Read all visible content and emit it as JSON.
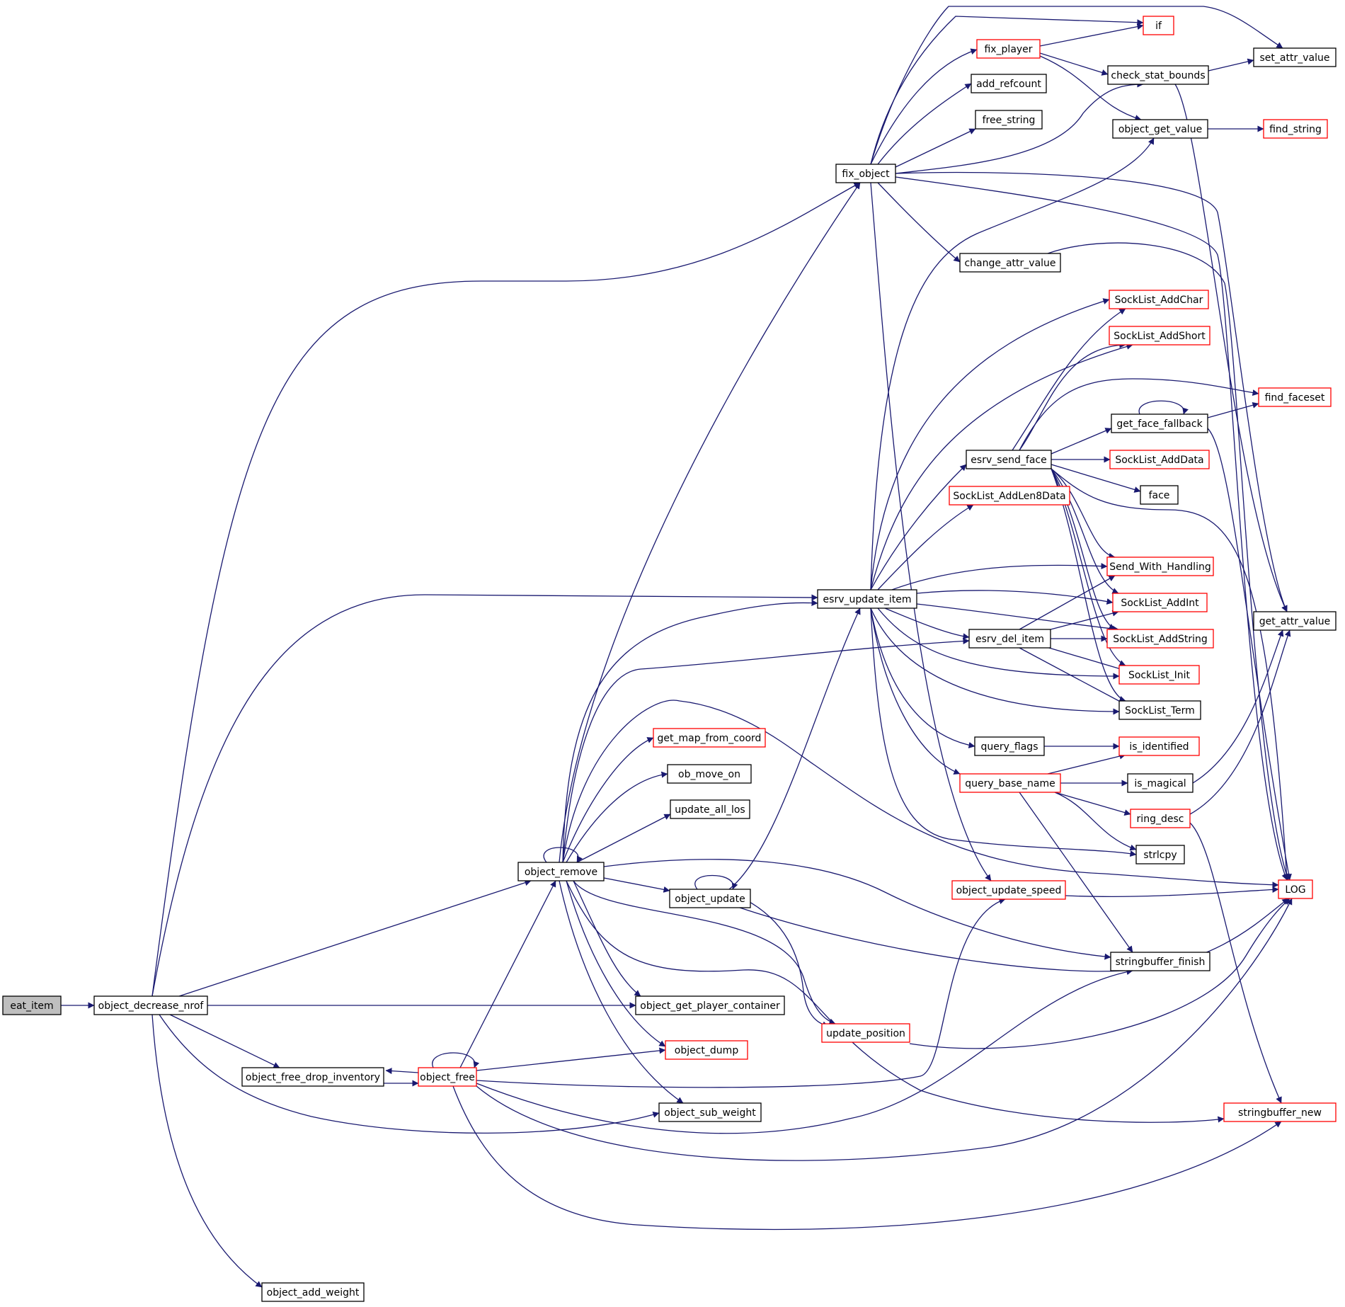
{
  "diagram": {
    "type": "call-graph",
    "colors": {
      "edge": "#191970",
      "node_border": "#000000",
      "node_border_truncated": "#ff0000",
      "root_fill": "#bfbfbf",
      "node_fill": "#ffffff"
    },
    "nodes": [
      {
        "id": "eat_item",
        "label": "eat_item",
        "root": true,
        "truncated": false
      },
      {
        "id": "object_decrease_nrof",
        "label": "object_decrease_nrof",
        "truncated": false
      },
      {
        "id": "fix_object",
        "label": "fix_object",
        "truncated": false
      },
      {
        "id": "esrv_update_item",
        "label": "esrv_update_item",
        "truncated": false
      },
      {
        "id": "object_remove",
        "label": "object_remove",
        "truncated": false
      },
      {
        "id": "object_get_player_container",
        "label": "object_get_player_container",
        "truncated": false
      },
      {
        "id": "object_free_drop_inventory",
        "label": "object_free_drop_inventory",
        "truncated": false
      },
      {
        "id": "object_free",
        "label": "object_free",
        "truncated": true
      },
      {
        "id": "object_sub_weight",
        "label": "object_sub_weight",
        "truncated": false
      },
      {
        "id": "object_add_weight",
        "label": "object_add_weight",
        "truncated": false
      },
      {
        "id": "if",
        "label": "if",
        "truncated": true
      },
      {
        "id": "fix_player",
        "label": "fix_player",
        "truncated": true
      },
      {
        "id": "set_attr_value",
        "label": "set_attr_value",
        "truncated": false
      },
      {
        "id": "check_stat_bounds",
        "label": "check_stat_bounds",
        "truncated": false
      },
      {
        "id": "add_refcount",
        "label": "add_refcount",
        "truncated": false
      },
      {
        "id": "free_string",
        "label": "free_string",
        "truncated": false
      },
      {
        "id": "object_get_value",
        "label": "object_get_value",
        "truncated": false
      },
      {
        "id": "find_string",
        "label": "find_string",
        "truncated": true
      },
      {
        "id": "change_attr_value",
        "label": "change_attr_value",
        "truncated": false
      },
      {
        "id": "get_attr_value",
        "label": "get_attr_value",
        "truncated": false
      },
      {
        "id": "LOG",
        "label": "LOG",
        "truncated": true
      },
      {
        "id": "object_update_speed",
        "label": "object_update_speed",
        "truncated": true
      },
      {
        "id": "SockList_AddChar",
        "label": "SockList_AddChar",
        "truncated": true
      },
      {
        "id": "SockList_AddShort",
        "label": "SockList_AddShort",
        "truncated": true
      },
      {
        "id": "find_faceset",
        "label": "find_faceset",
        "truncated": true
      },
      {
        "id": "get_face_fallback",
        "label": "get_face_fallback",
        "truncated": false
      },
      {
        "id": "esrv_send_face",
        "label": "esrv_send_face",
        "truncated": false
      },
      {
        "id": "SockList_AddData",
        "label": "SockList_AddData",
        "truncated": true
      },
      {
        "id": "face",
        "label": "face",
        "truncated": false
      },
      {
        "id": "SockList_AddLen8Data",
        "label": "SockList_AddLen8Data",
        "truncated": true
      },
      {
        "id": "Send_With_Handling",
        "label": "Send_With_Handling",
        "truncated": true
      },
      {
        "id": "SockList_AddInt",
        "label": "SockList_AddInt",
        "truncated": true
      },
      {
        "id": "esrv_del_item",
        "label": "esrv_del_item",
        "truncated": false
      },
      {
        "id": "SockList_AddString",
        "label": "SockList_AddString",
        "truncated": true
      },
      {
        "id": "SockList_Init",
        "label": "SockList_Init",
        "truncated": true
      },
      {
        "id": "SockList_Term",
        "label": "SockList_Term",
        "truncated": false
      },
      {
        "id": "query_flags",
        "label": "query_flags",
        "truncated": false
      },
      {
        "id": "is_identified",
        "label": "is_identified",
        "truncated": true
      },
      {
        "id": "query_base_name",
        "label": "query_base_name",
        "truncated": true
      },
      {
        "id": "is_magical",
        "label": "is_magical",
        "truncated": false
      },
      {
        "id": "ring_desc",
        "label": "ring_desc",
        "truncated": true
      },
      {
        "id": "strlcpy",
        "label": "strlcpy",
        "truncated": false
      },
      {
        "id": "get_map_from_coord",
        "label": "get_map_from_coord",
        "truncated": true
      },
      {
        "id": "ob_move_on",
        "label": "ob_move_on",
        "truncated": false
      },
      {
        "id": "update_all_los",
        "label": "update_all_los",
        "truncated": false
      },
      {
        "id": "object_update",
        "label": "object_update",
        "truncated": false
      },
      {
        "id": "stringbuffer_finish",
        "label": "stringbuffer_finish",
        "truncated": false
      },
      {
        "id": "update_position",
        "label": "update_position",
        "truncated": true
      },
      {
        "id": "object_dump",
        "label": "object_dump",
        "truncated": true
      },
      {
        "id": "stringbuffer_new",
        "label": "stringbuffer_new",
        "truncated": true
      }
    ]
  }
}
